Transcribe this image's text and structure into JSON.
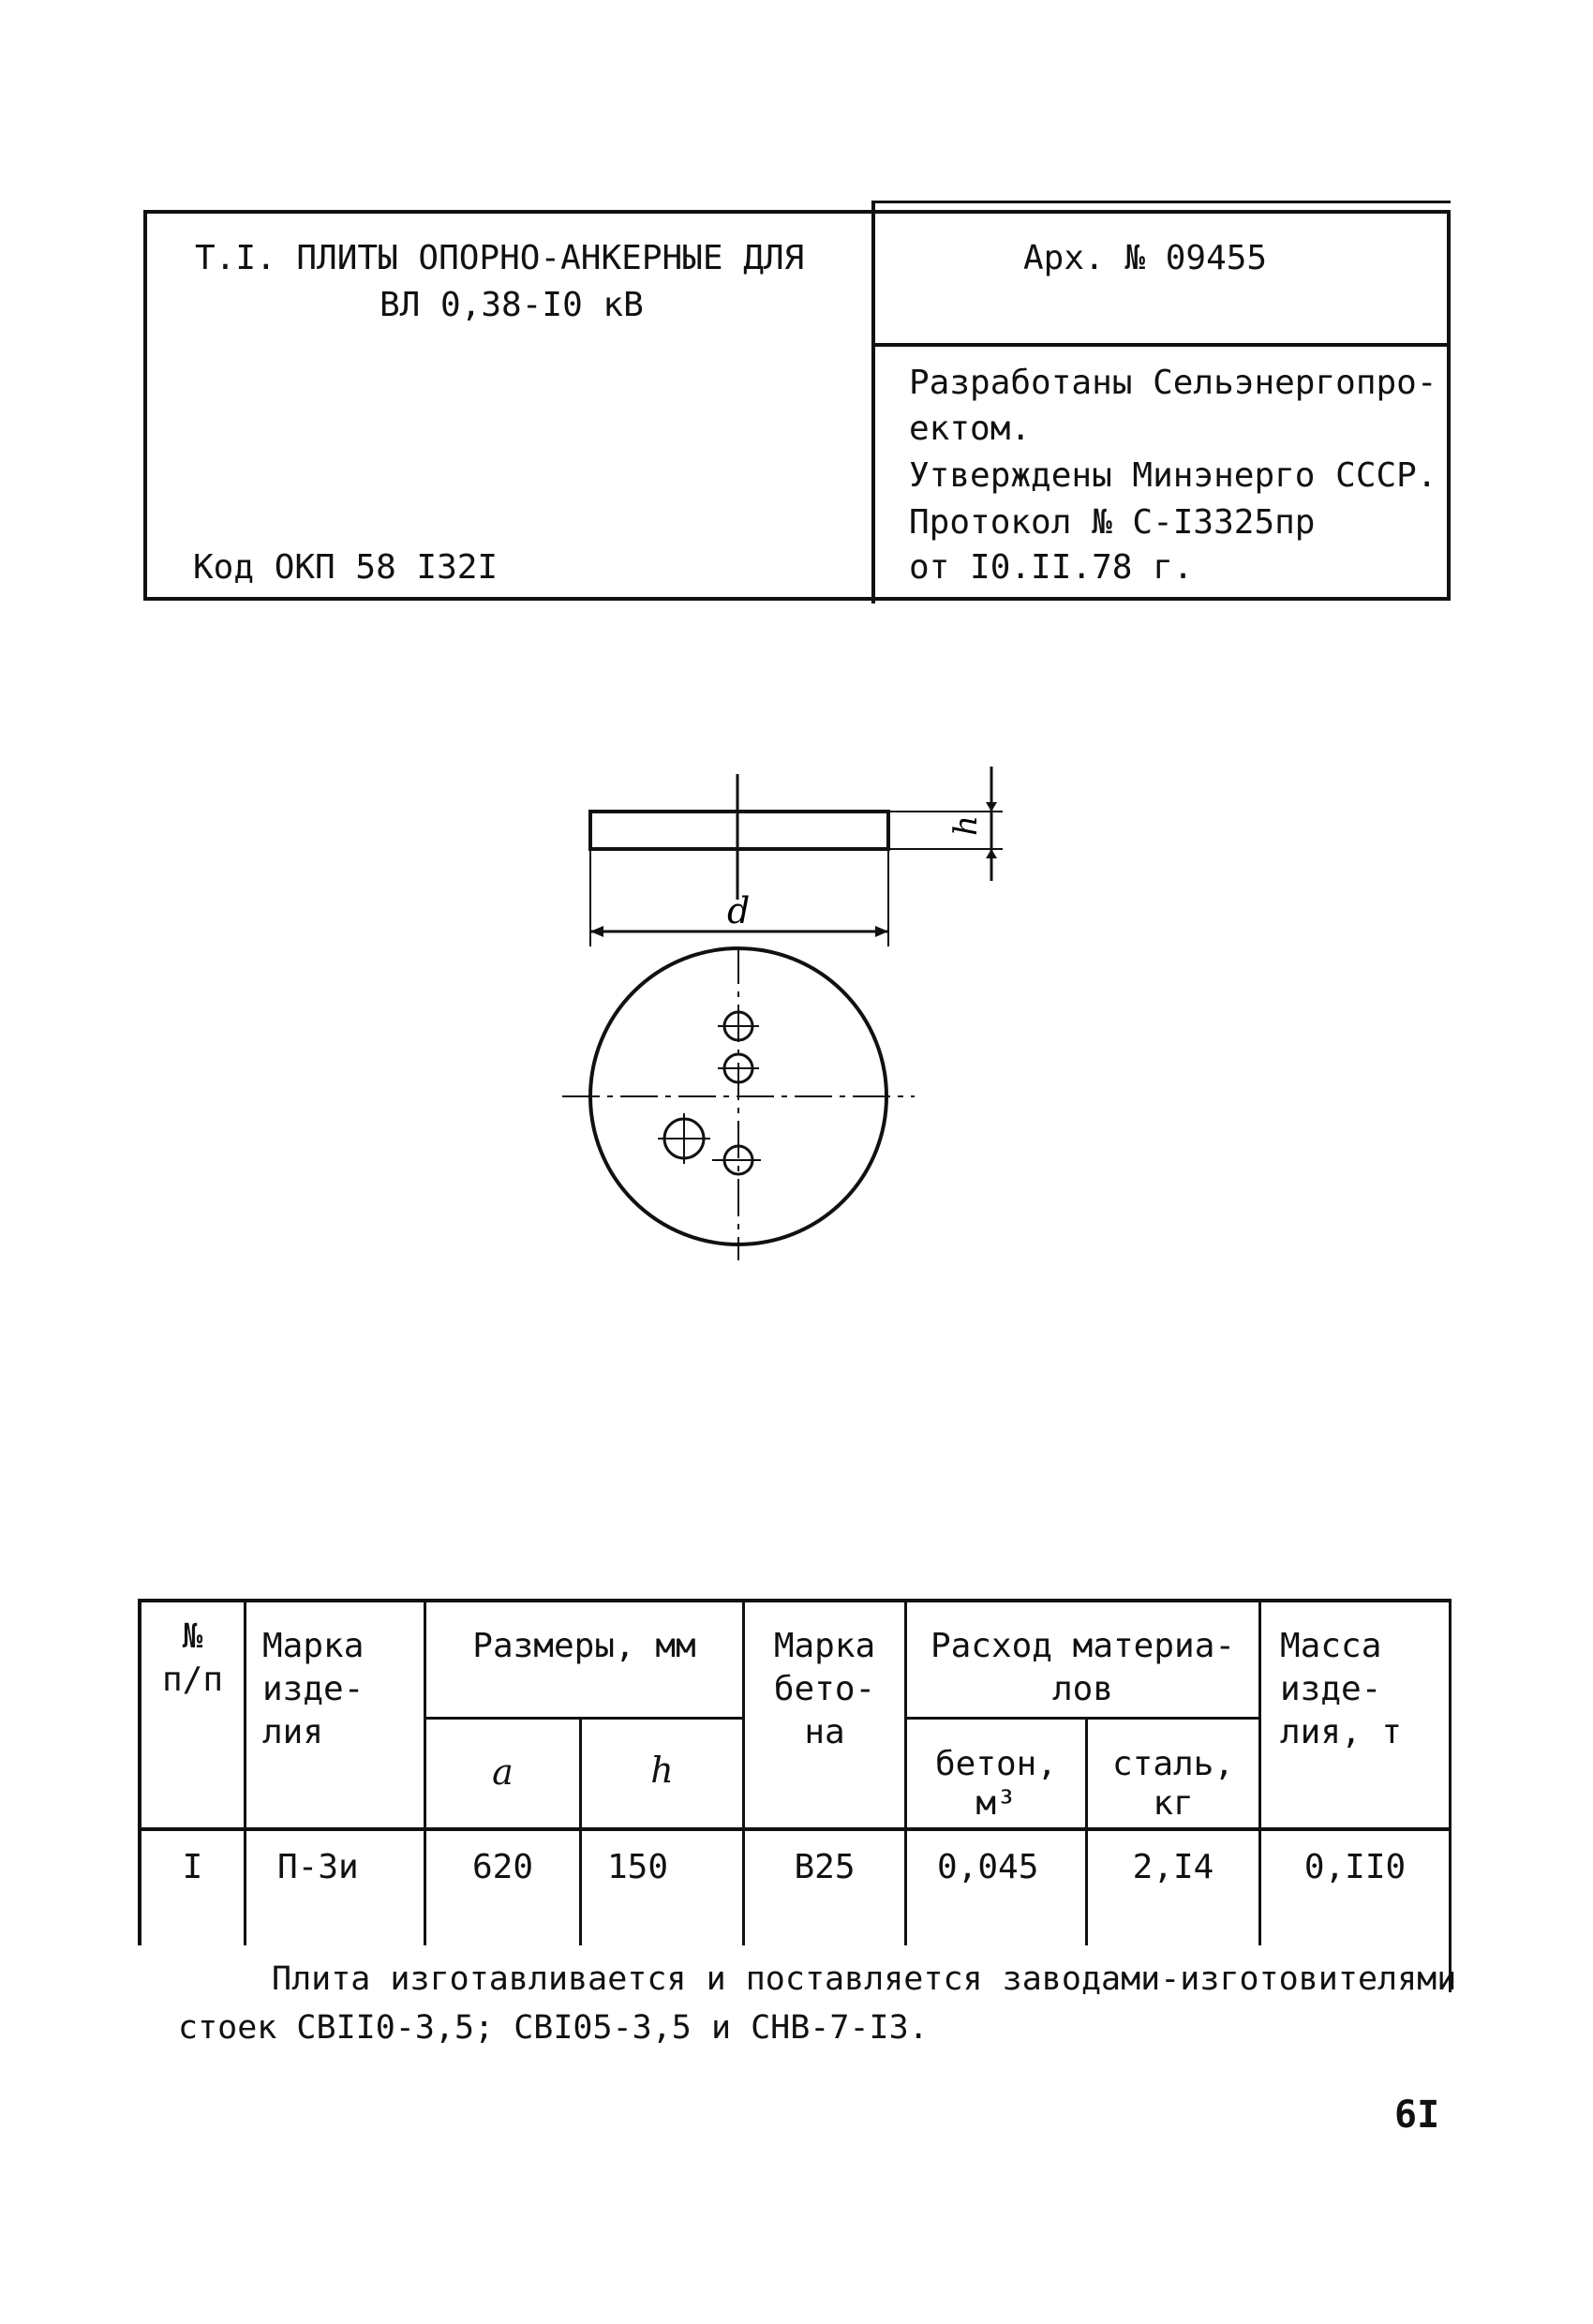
{
  "header": {
    "title_line1": "Т.I. ПЛИТЫ ОПОРНО-АНКЕРНЫЕ ДЛЯ",
    "title_line2": "ВЛ 0,38-I0 кВ",
    "okp_code": "Код ОКП 58 I32I",
    "archive": "Арх. № 09455",
    "info_lines": [
      "Разработаны Сельэнергопро-",
      "ектом.",
      "Утверждены Минэнерго СССР.",
      "Протокол № С-I3325пр",
      "от I0.II.78 г."
    ]
  },
  "drawing": {
    "label_d": "d",
    "label_h": "h"
  },
  "table": {
    "headers": {
      "num": [
        "№",
        "п/п"
      ],
      "mark": [
        "Марка",
        "изде-",
        "лия"
      ],
      "sizes": "Размеры, мм",
      "size_a": "a",
      "size_h": "h",
      "concrete_mark": [
        "Марка",
        "бето-",
        "на"
      ],
      "materials": [
        "Расход материа-",
        "лов"
      ],
      "concrete": [
        "бетон,",
        "м³"
      ],
      "steel": [
        "сталь,",
        "кг"
      ],
      "mass": [
        "Масса",
        "изде-",
        "лия, т"
      ]
    },
    "rows": [
      {
        "num": "I",
        "mark": "П-3и",
        "a": "620",
        "h": "150",
        "concrete_mark": "В25",
        "concrete": "0,045",
        "steel": "2,I4",
        "mass": "0,II0"
      }
    ]
  },
  "note": {
    "line1": "Плита изготавливается и поставляется заводами-изготовителями",
    "line2": "стоек СВII0-3,5; СВI05-3,5 и СНВ-7-I3."
  },
  "page_number": "6I"
}
